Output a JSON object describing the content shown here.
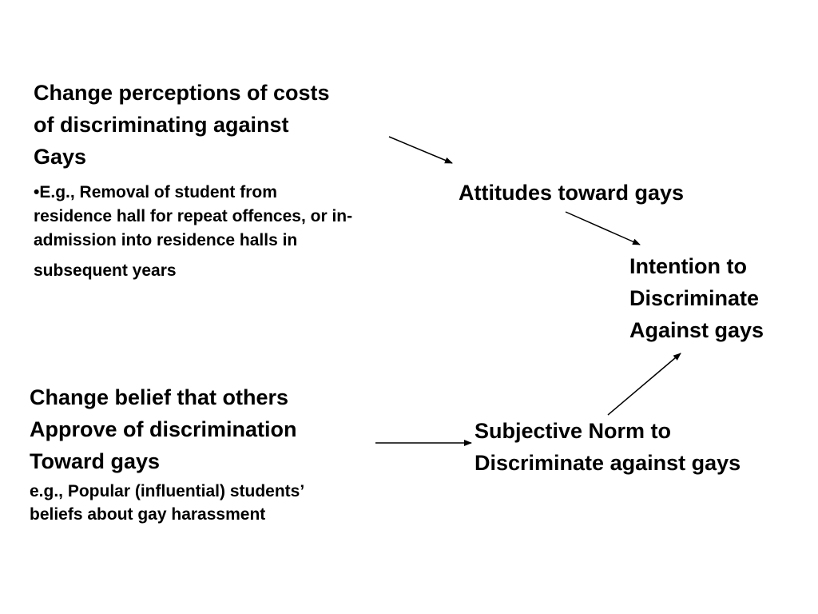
{
  "costs": {
    "heading": [
      "Change perceptions of costs",
      "of  discriminating  against",
      "Gays"
    ],
    "example": [
      "•E.g., Removal of student from",
      "residence hall for repeat offences, or in-",
      "admission into residence halls in",
      "subsequent years"
    ]
  },
  "attitudes": {
    "label": "Attitudes toward gays"
  },
  "intention": {
    "label": [
      "Intention to",
      "Discriminate",
      "Against gays"
    ]
  },
  "norm_belief": {
    "heading": [
      "Change belief that others",
      "Approve of discrimination",
      "Toward gays"
    ],
    "example": [
      "e.g., Popular (influential)  students’",
      "beliefs about gay harassment"
    ]
  },
  "subjective_norm": {
    "label": [
      "Subjective Norm to",
      "Discriminate against gays"
    ]
  },
  "colors": {
    "text": "#000000",
    "arrow": "#000000",
    "background": "#ffffff"
  }
}
